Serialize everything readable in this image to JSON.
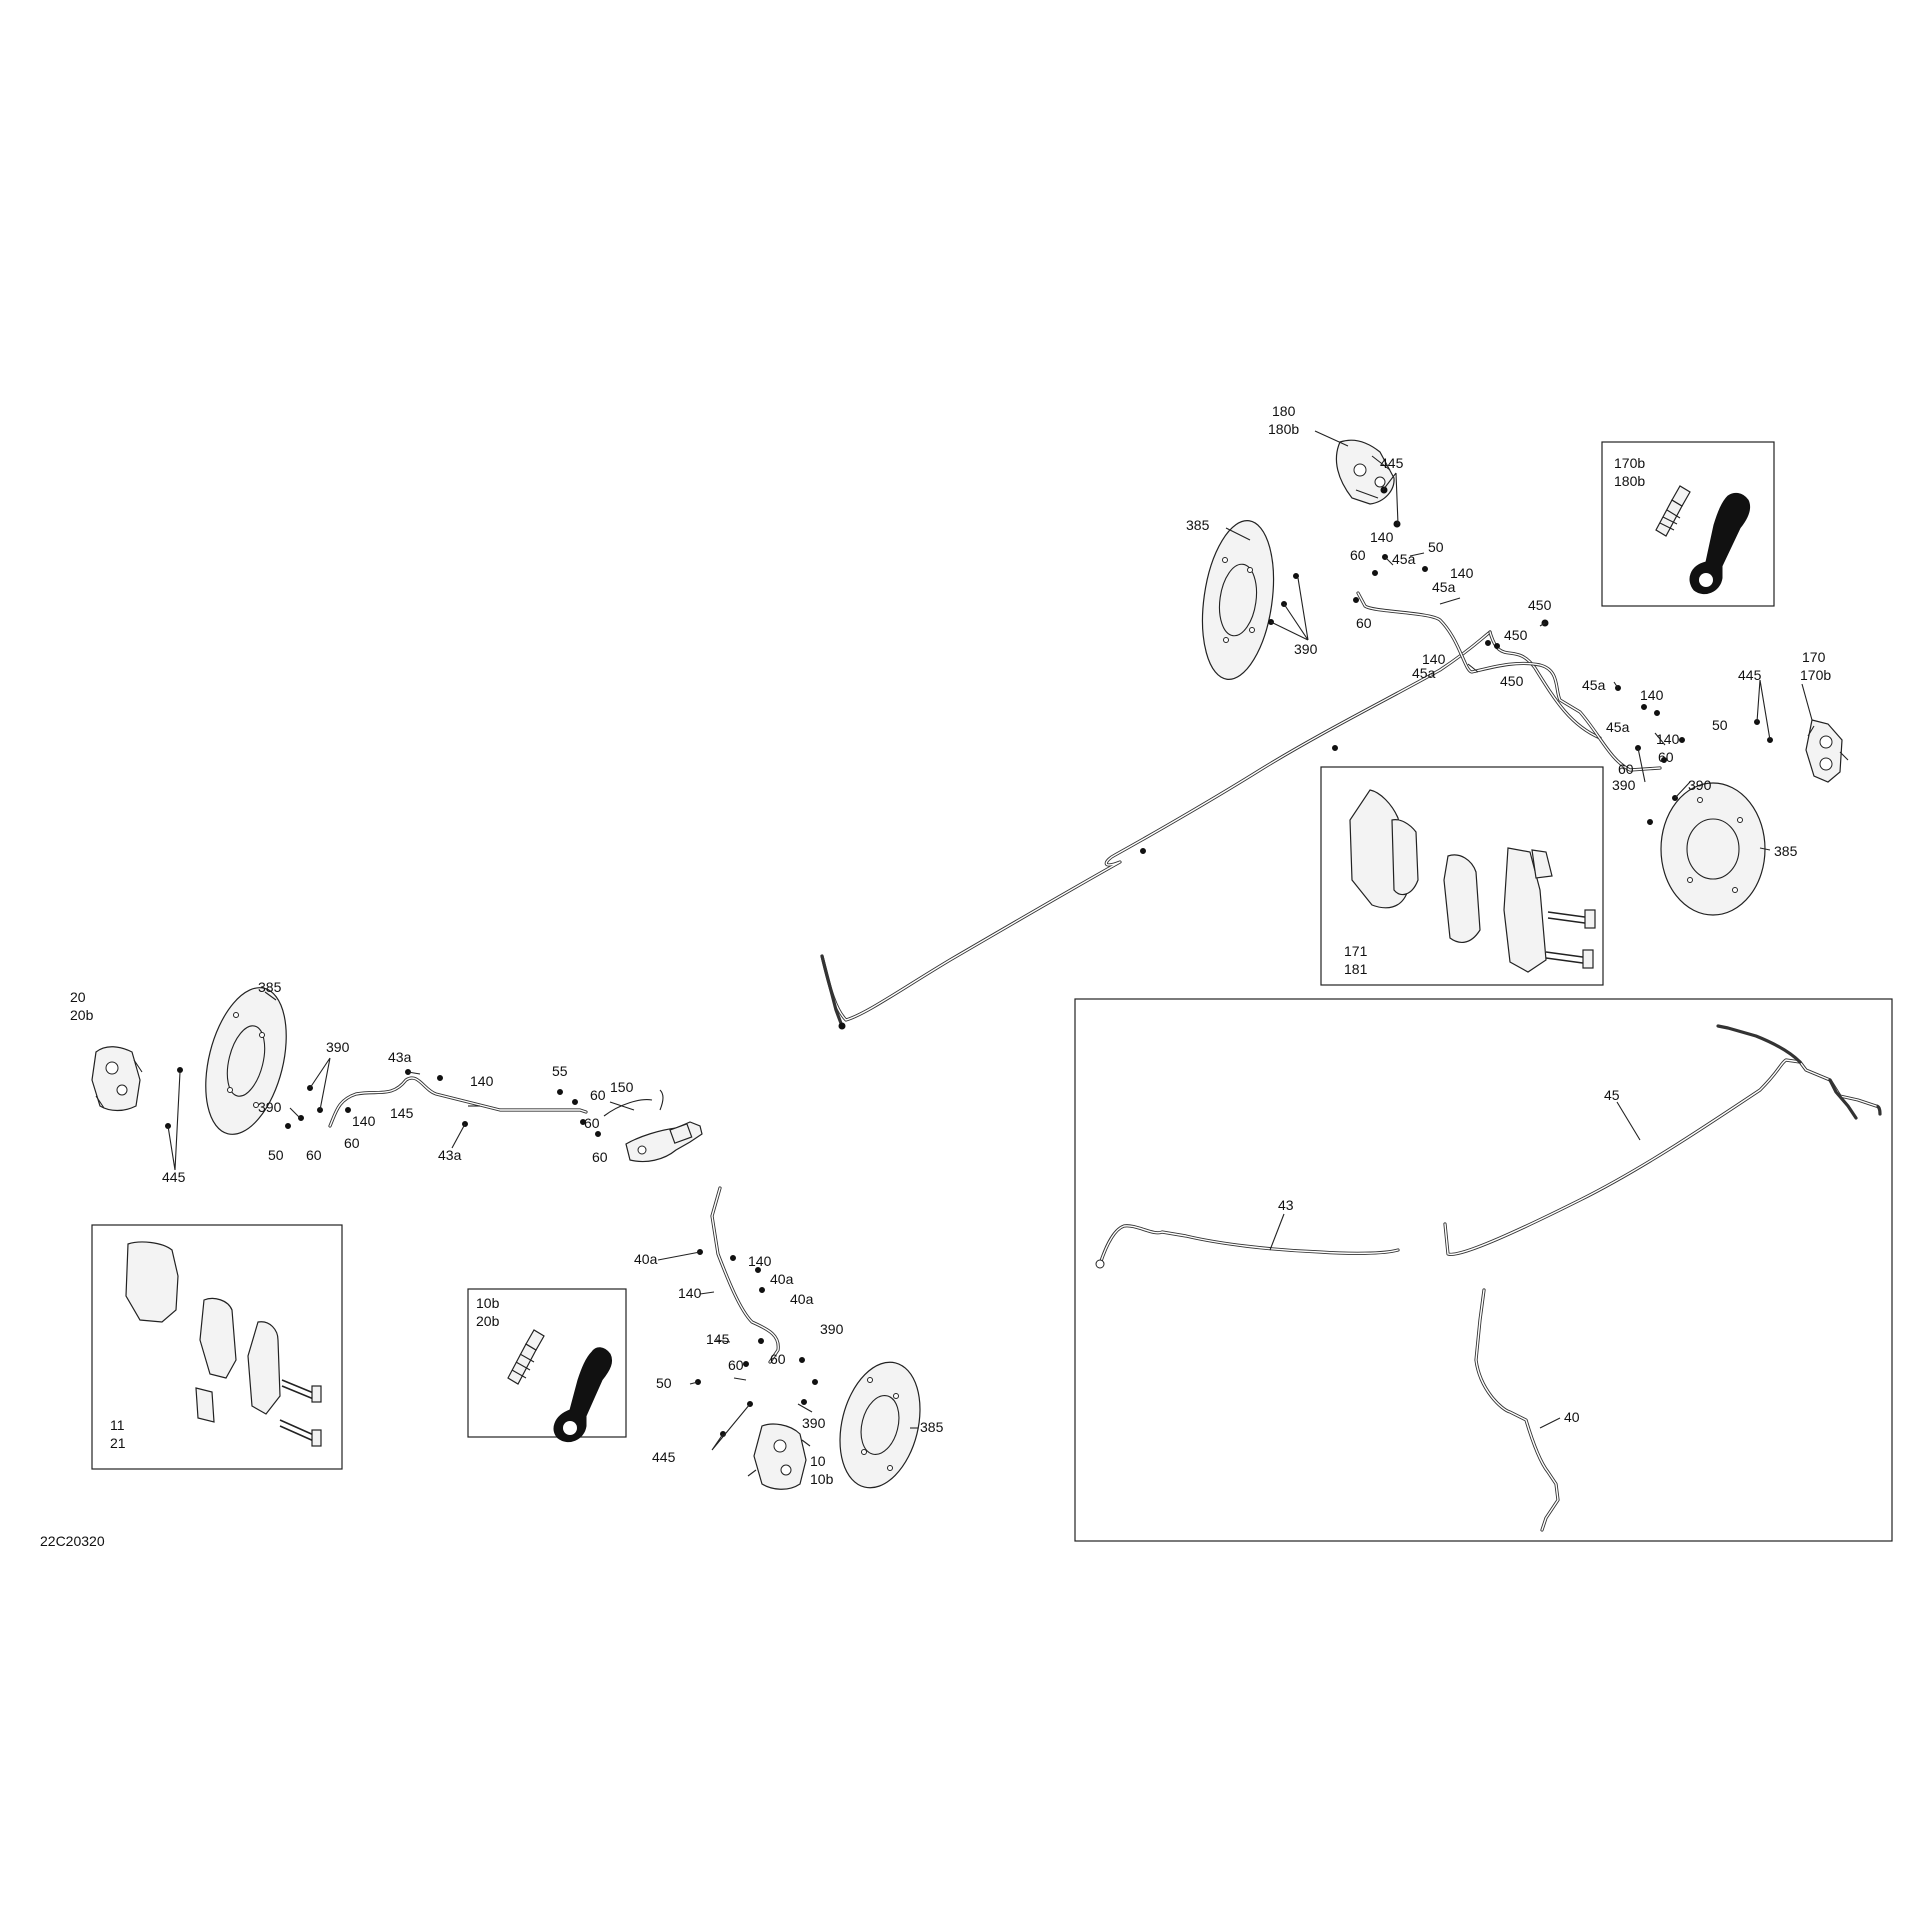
{
  "diagram_code": "22C20320",
  "callouts": [
    {
      "id": "c1",
      "text": "180"
    },
    {
      "id": "c2",
      "text": "180b"
    },
    {
      "id": "c3",
      "text": "445"
    },
    {
      "id": "c4",
      "text": "385"
    },
    {
      "id": "c5",
      "text": "140"
    },
    {
      "id": "c6",
      "text": "50"
    },
    {
      "id": "c7",
      "text": "60"
    },
    {
      "id": "c8",
      "text": "45a"
    },
    {
      "id": "c9",
      "text": "140"
    },
    {
      "id": "c10",
      "text": "45a"
    },
    {
      "id": "c11",
      "text": "60"
    },
    {
      "id": "c12",
      "text": "390"
    },
    {
      "id": "c13",
      "text": "450"
    },
    {
      "id": "c14",
      "text": "450"
    },
    {
      "id": "c15",
      "text": "140"
    },
    {
      "id": "c16",
      "text": "45a"
    },
    {
      "id": "c17",
      "text": "450"
    },
    {
      "id": "c18",
      "text": "45a"
    },
    {
      "id": "c19",
      "text": "140"
    },
    {
      "id": "c20",
      "text": "45a"
    },
    {
      "id": "c21",
      "text": "445"
    },
    {
      "id": "c22",
      "text": "50"
    },
    {
      "id": "c23",
      "text": "140"
    },
    {
      "id": "c24",
      "text": "60"
    },
    {
      "id": "c25",
      "text": "60"
    },
    {
      "id": "c26",
      "text": "390"
    },
    {
      "id": "c27",
      "text": "390"
    },
    {
      "id": "c28",
      "text": "385"
    },
    {
      "id": "c29",
      "text": "170"
    },
    {
      "id": "c30",
      "text": "170b"
    },
    {
      "id": "c31",
      "text": "170b"
    },
    {
      "id": "c32",
      "text": "180b"
    },
    {
      "id": "c33",
      "text": "171"
    },
    {
      "id": "c34",
      "text": "181"
    },
    {
      "id": "c35",
      "text": "20"
    },
    {
      "id": "c36",
      "text": "20b"
    },
    {
      "id": "c37",
      "text": "385"
    },
    {
      "id": "c38",
      "text": "390"
    },
    {
      "id": "c39",
      "text": "390"
    },
    {
      "id": "c40",
      "text": "50"
    },
    {
      "id": "c41",
      "text": "60"
    },
    {
      "id": "c42",
      "text": "445"
    },
    {
      "id": "c43",
      "text": "140"
    },
    {
      "id": "c44",
      "text": "145"
    },
    {
      "id": "c45",
      "text": "60"
    },
    {
      "id": "c46",
      "text": "43a"
    },
    {
      "id": "c47",
      "text": "140"
    },
    {
      "id": "c48",
      "text": "43a"
    },
    {
      "id": "c49",
      "text": "55"
    },
    {
      "id": "c50",
      "text": "60"
    },
    {
      "id": "c51",
      "text": "150"
    },
    {
      "id": "c52",
      "text": "60"
    },
    {
      "id": "c53",
      "text": "60"
    },
    {
      "id": "c54",
      "text": "11"
    },
    {
      "id": "c55",
      "text": "21"
    },
    {
      "id": "c56",
      "text": "10b"
    },
    {
      "id": "c57",
      "text": "20b"
    },
    {
      "id": "c58",
      "text": "40a"
    },
    {
      "id": "c59",
      "text": "140"
    },
    {
      "id": "c60",
      "text": "140"
    },
    {
      "id": "c61",
      "text": "40a"
    },
    {
      "id": "c62",
      "text": "40a"
    },
    {
      "id": "c63",
      "text": "145"
    },
    {
      "id": "c64",
      "text": "390"
    },
    {
      "id": "c65",
      "text": "60"
    },
    {
      "id": "c66",
      "text": "60"
    },
    {
      "id": "c67",
      "text": "50"
    },
    {
      "id": "c68",
      "text": "390"
    },
    {
      "id": "c69",
      "text": "385"
    },
    {
      "id": "c70",
      "text": "445"
    },
    {
      "id": "c71",
      "text": "10"
    },
    {
      "id": "c72",
      "text": "10b"
    },
    {
      "id": "c73",
      "text": "45"
    },
    {
      "id": "c74",
      "text": "43"
    },
    {
      "id": "c75",
      "text": "40"
    }
  ]
}
